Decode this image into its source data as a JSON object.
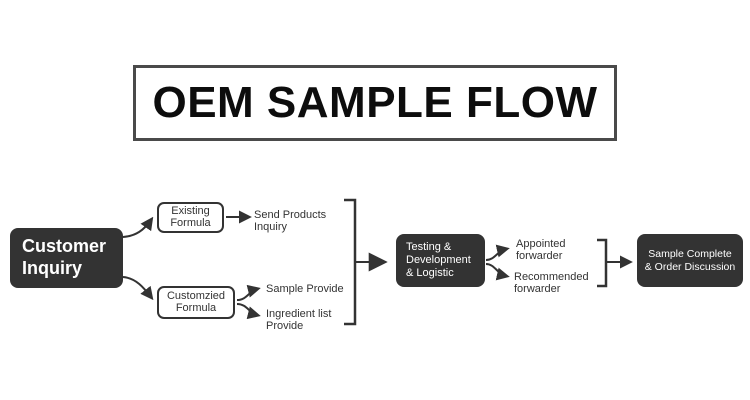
{
  "title": "OEM SAMPLE FLOW",
  "colors": {
    "dark_box": "#333333",
    "box_border": "#333333",
    "title_border": "#4a4a4a",
    "arrow": "#333333",
    "text": "#333333",
    "background": "#ffffff"
  },
  "nodes": {
    "customer_inquiry": {
      "label": "Customer\nInquiry",
      "type": "dark-box"
    },
    "existing_formula": {
      "label": "Existing\nFormula",
      "type": "outline-box"
    },
    "customized_formula": {
      "label": "Customzied\nFormula",
      "type": "outline-box"
    },
    "send_products_inquiry": {
      "label": "Send Products\nInquiry",
      "type": "text"
    },
    "sample_provide": {
      "label": "Sample Provide",
      "type": "text"
    },
    "ingredient_list_provide": {
      "label": "Ingredient list\nProvide",
      "type": "text"
    },
    "testing_development_logistic": {
      "label": "Testing &\nDevelopment\n& Logistic",
      "type": "dark-box"
    },
    "appointed_forwarder": {
      "label": "Appointed\nforwarder",
      "type": "text"
    },
    "recommended_forwarder": {
      "label": "Recommended\nforwarder",
      "type": "text"
    },
    "sample_complete_order_discussion": {
      "label": "Sample Complete\n& Order Discussion",
      "type": "dark-box"
    }
  },
  "edges": [
    {
      "from": "customer_inquiry",
      "to": "existing_formula",
      "style": "curved-arrow"
    },
    {
      "from": "customer_inquiry",
      "to": "customized_formula",
      "style": "curved-arrow"
    },
    {
      "from": "existing_formula",
      "to": "send_products_inquiry",
      "style": "straight-arrow"
    },
    {
      "from": "customized_formula",
      "to": "sample_provide",
      "style": "curved-arrow"
    },
    {
      "from": "customized_formula",
      "to": "ingredient_list_provide",
      "style": "curved-arrow"
    },
    {
      "from": "send_products_inquiry + sample_provide + ingredient_list_provide",
      "to": "testing_development_logistic",
      "style": "bracket-arrow"
    },
    {
      "from": "testing_development_logistic",
      "to": "appointed_forwarder",
      "style": "curved-arrow"
    },
    {
      "from": "testing_development_logistic",
      "to": "recommended_forwarder",
      "style": "curved-arrow"
    },
    {
      "from": "appointed_forwarder + recommended_forwarder",
      "to": "sample_complete_order_discussion",
      "style": "bracket-arrow"
    }
  ]
}
